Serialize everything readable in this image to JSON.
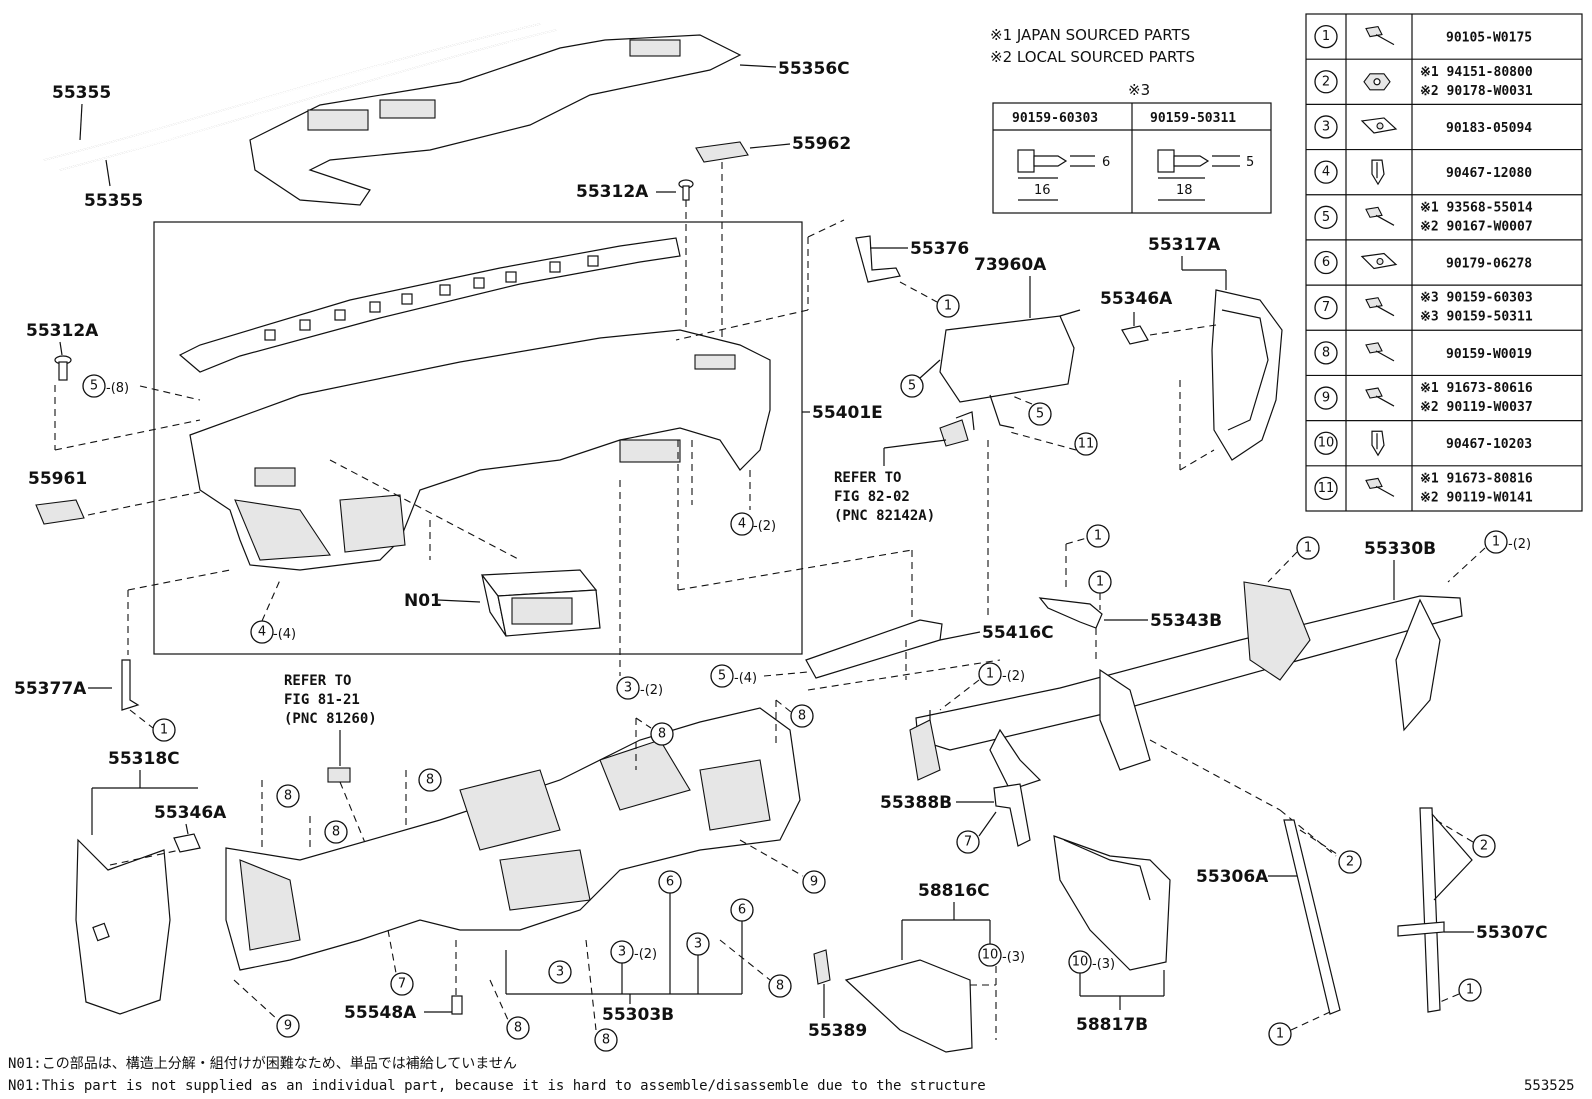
{
  "legend_notes": [
    "※1 JAPAN SOURCED PARTS",
    "※2 LOCAL SOURCED PARTS"
  ],
  "screw_table": {
    "title": "※3",
    "columns": [
      {
        "part": "90159-60303",
        "dim_len": "16",
        "dim_dia": "6"
      },
      {
        "part": "90159-50311",
        "dim_len": "18",
        "dim_dia": "5"
      }
    ]
  },
  "parts_table": [
    {
      "no": "1",
      "icon": "bolt-icon",
      "lines": [
        "90105-W0175"
      ]
    },
    {
      "no": "2",
      "icon": "nut-icon",
      "lines": [
        "※1 94151-80800",
        "※2 90178-W0031"
      ]
    },
    {
      "no": "3",
      "icon": "clip-nut-icon",
      "lines": [
        "90183-05094"
      ]
    },
    {
      "no": "4",
      "icon": "clip-icon",
      "lines": [
        "90467-12080"
      ]
    },
    {
      "no": "5",
      "icon": "bolt-icon",
      "lines": [
        "※1 93568-55014",
        "※2 90167-W0007"
      ]
    },
    {
      "no": "6",
      "icon": "clip-nut-icon",
      "lines": [
        "90179-06278"
      ]
    },
    {
      "no": "7",
      "icon": "bolt-icon",
      "lines": [
        "※3 90159-60303",
        "※3 90159-50311"
      ]
    },
    {
      "no": "8",
      "icon": "bolt-icon",
      "lines": [
        "90159-W0019"
      ]
    },
    {
      "no": "9",
      "icon": "bolt-icon",
      "lines": [
        "※1 91673-80616",
        "※2 90119-W0037"
      ]
    },
    {
      "no": "10",
      "icon": "clip-icon",
      "lines": [
        "90467-10203"
      ]
    },
    {
      "no": "11",
      "icon": "bolt-icon",
      "lines": [
        "※1 91673-80816",
        "※2 90119-W0141"
      ]
    }
  ],
  "labels": {
    "p55355a": "55355",
    "p55355b": "55355",
    "p55356c": "55356C",
    "p55962": "55962",
    "p55312a_top": "55312A",
    "p55312a_left": "55312A",
    "p55376": "55376",
    "p73960a": "73960A",
    "p55317a": "55317A",
    "p55346a_top": "55346A",
    "p55401e": "55401E",
    "p55961": "55961",
    "n01": "N01",
    "p55377a": "55377A",
    "p55416c": "55416C",
    "p55343b": "55343B",
    "p55330b": "55330B",
    "p55318c": "55318C",
    "p55346a_bot": "55346A",
    "p55388b": "55388B",
    "p58816c": "58816C",
    "p55306a": "55306A",
    "p55307c": "55307C",
    "p55548a": "55548A",
    "p55303b": "55303B",
    "p55389": "55389",
    "p58817b": "58817B"
  },
  "refer_a": [
    "REFER TO",
    "FIG 82-02",
    "(PNC 82142A)"
  ],
  "refer_b": [
    "REFER TO",
    "FIG 81-21",
    "(PNC 81260)"
  ],
  "qty": {
    "q5_8": "-(8)",
    "q4_2": "-(2)",
    "q4_4": "-(4)",
    "q3_2a": "-(2)",
    "q5_4": "-(4)",
    "q1_2a": "-(2)",
    "q1_2b": "-(2)",
    "q3_2b": "-(2)",
    "q10_3a": "-(3)",
    "q10_3b": "-(3)"
  },
  "footnotes": [
    "N01:この部品は、構造上分解・組付けが困難なため、単品では補給していません",
    "N01:This part is not supplied as an individual part, because it is hard to assemble/disassemble due to the structure"
  ],
  "figure_id": "553525"
}
